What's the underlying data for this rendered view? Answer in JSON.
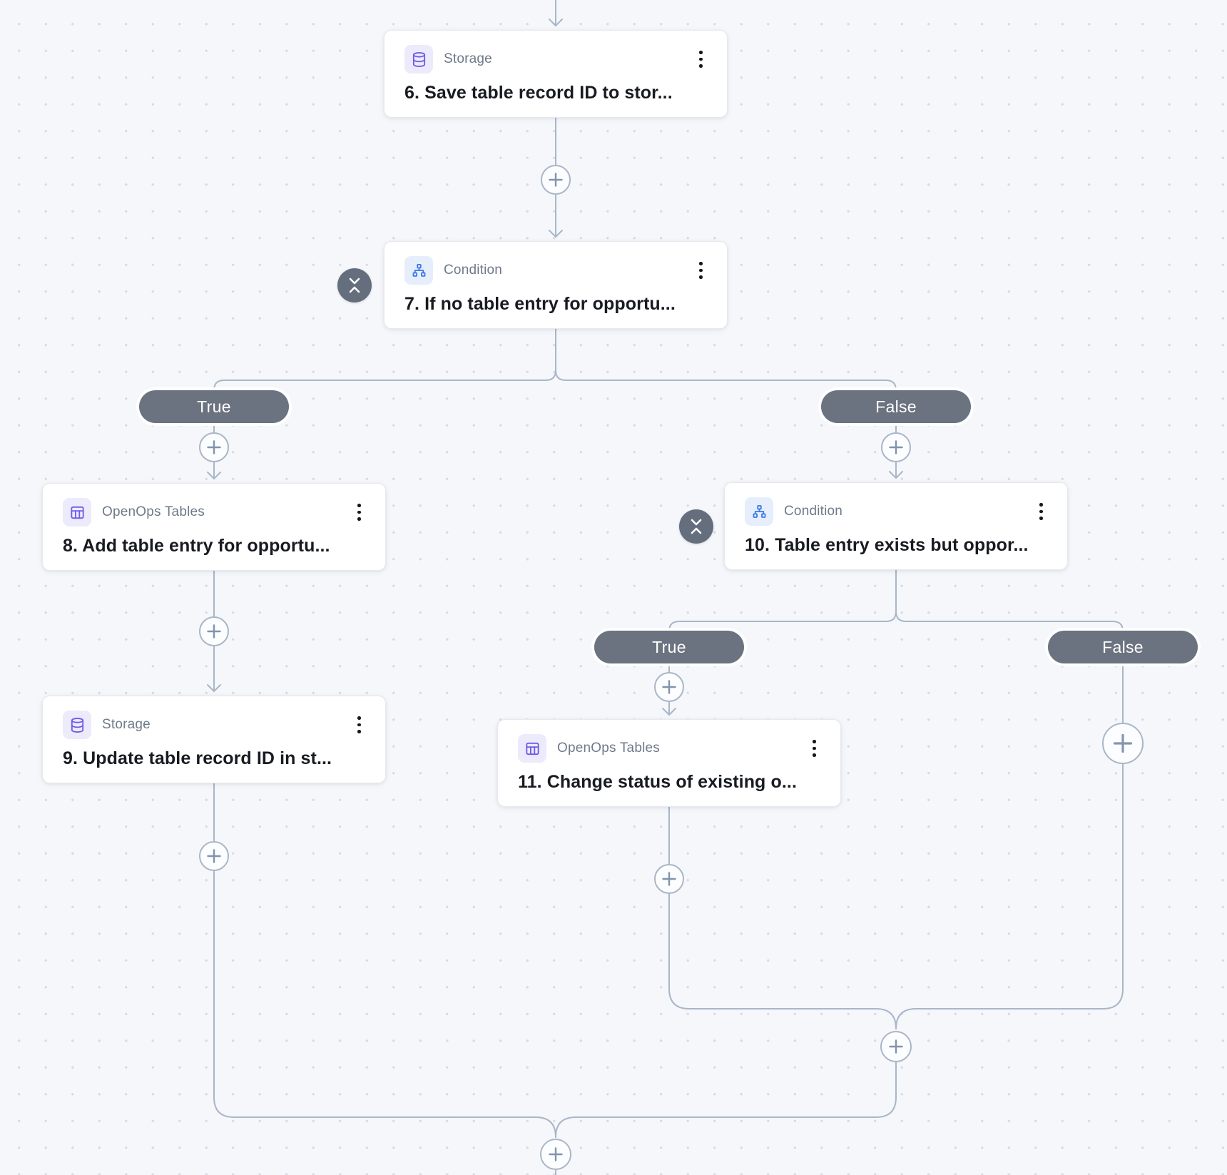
{
  "app": "workflow-canvas",
  "nodes": [
    {
      "id": "6",
      "type": "Storage",
      "icon": "database-icon",
      "title": "6. Save table record ID to stor..."
    },
    {
      "id": "7",
      "type": "Condition",
      "icon": "sitemap-icon",
      "title": "7. If no table entry for opportu..."
    },
    {
      "id": "8",
      "type": "OpenOps Tables",
      "icon": "table-icon",
      "title": "8. Add table entry for opportu..."
    },
    {
      "id": "9",
      "type": "Storage",
      "icon": "database-icon",
      "title": "9. Update table record ID in st..."
    },
    {
      "id": "10",
      "type": "Condition",
      "icon": "sitemap-icon",
      "title": "10. Table entry exists but oppor..."
    },
    {
      "id": "11",
      "type": "OpenOps Tables",
      "icon": "table-icon",
      "title": "11. Change status of existing o..."
    }
  ],
  "pills": [
    {
      "label": "True"
    },
    {
      "label": "False"
    },
    {
      "label": "True"
    },
    {
      "label": "False"
    }
  ],
  "colors": {
    "accent_purple": "#6c5ce7",
    "purple_bg": "#edeafc",
    "accent_blue": "#3b78e8",
    "blue_bg": "#e6eefc",
    "wire": "#a9b6c9",
    "pill_bg": "#6b7380",
    "badge_bg": "#646e7d",
    "canvas_bg": "#f5f7fa"
  }
}
